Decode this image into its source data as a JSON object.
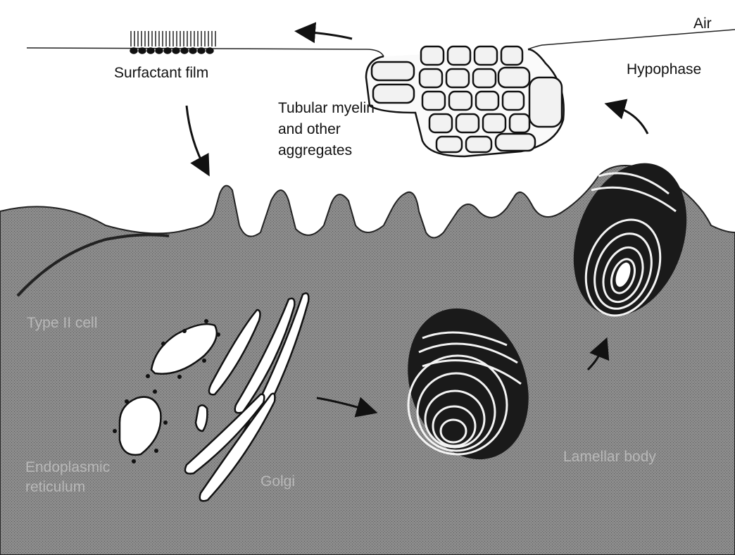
{
  "labels": {
    "air": "Air",
    "hypophase": "Hypophase",
    "surfactant_film": "Surfactant film",
    "tubular_myelin": [
      "Tubular myelin",
      "and other",
      "aggregates"
    ],
    "type2_cell": "Type II cell",
    "er": [
      "Endoplasmic",
      "reticulum"
    ],
    "golgi": "Golgi",
    "lamellar_body": "Lamellar body"
  },
  "colors": {
    "cell": "#8a8a8a",
    "cell_edge": "#2a2a2a",
    "ink": "#111111",
    "organelle": "#ffffff"
  }
}
